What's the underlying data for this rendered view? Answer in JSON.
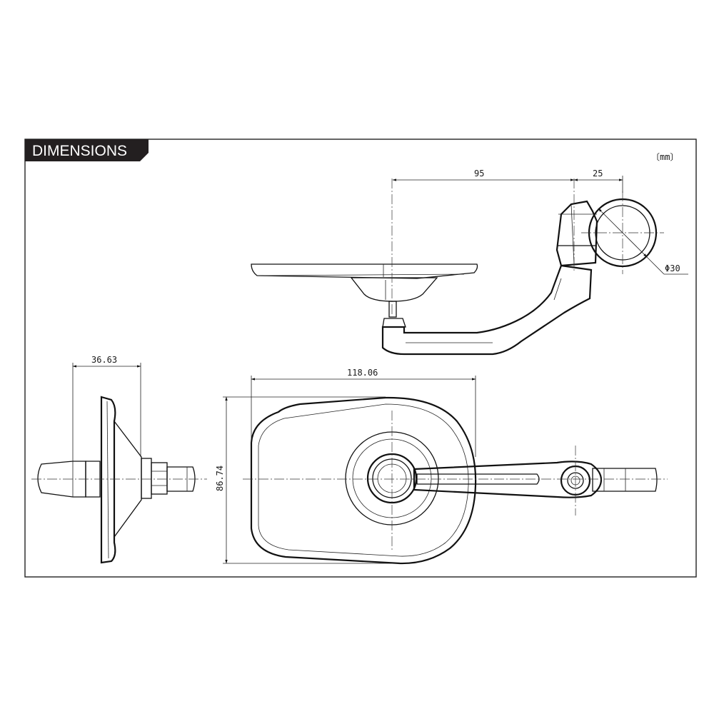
{
  "header": {
    "title": "DIMENSIONS",
    "unit": "〔mm〕"
  },
  "dimensions": {
    "arm_length": "95",
    "clamp_offset": "25",
    "clamp_diameter": "Φ30",
    "side_depth": "36.63",
    "mirror_width": "118.06",
    "mirror_height": "86.74"
  },
  "colors": {
    "line": "#111111",
    "title_bg": "#231f20",
    "title_text": "#ffffff"
  }
}
